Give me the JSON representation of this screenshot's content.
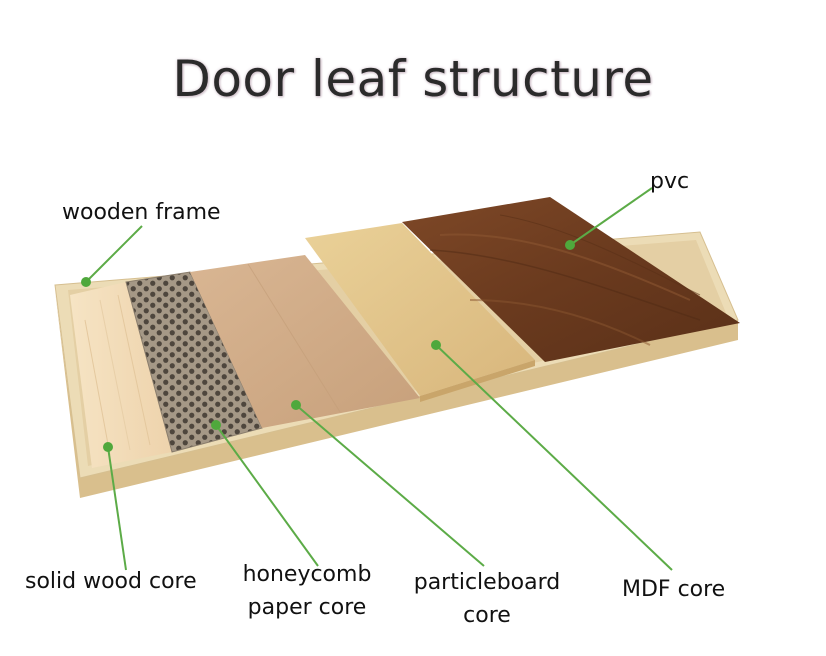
{
  "title": "Door leaf structure",
  "labels": {
    "pvc": "pvc",
    "wooden_frame": "wooden frame",
    "solid_wood_core": "solid wood core",
    "honeycomb_line1": "honeycomb",
    "honeycomb_line2": "paper core",
    "particleboard_line1": "particleboard",
    "particleboard_line2": "core",
    "mdf_core": "MDF core"
  },
  "colors": {
    "leader_line": "#5cab47",
    "leader_dot": "#4fa83c",
    "frame_wood": "#ead9b3",
    "solid_wood": "#f2dcb8",
    "honeycomb_paper": "#8f8374",
    "particleboard": "#d2ad88",
    "mdf": "#e2c68c",
    "pvc": "#6e3d20"
  }
}
